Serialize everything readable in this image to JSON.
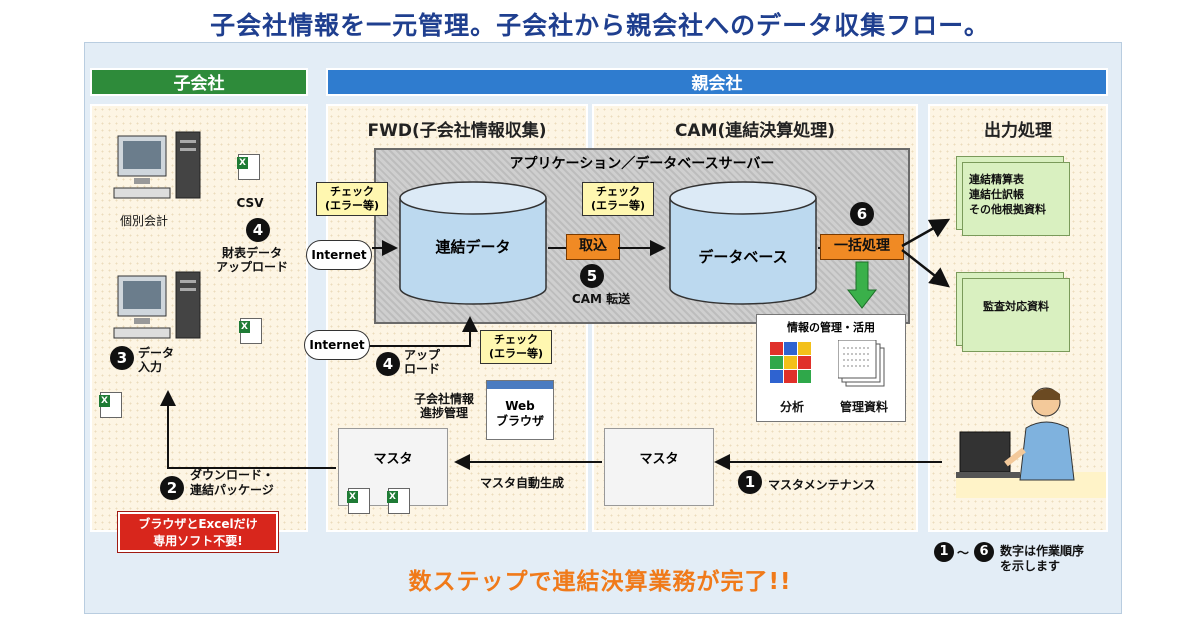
{
  "title": "子会社情報を一元管理。子会社から親会社へのデータ収集フロー。",
  "headers": {
    "subsidiary": "子会社",
    "parent": "親会社"
  },
  "panels": {
    "fwd": "FWD(子会社情報収集)",
    "cam": "CAM(連結決算処理)",
    "output": "出力処理"
  },
  "server_title": "アプリケーション／データベースサーバー",
  "subsidiary": {
    "pc1_label": "個別会計",
    "csv_label": "CSV",
    "upload1": "財表データ\nアップロード",
    "step3_label": "データ\n入力",
    "step2_label": "ダウンロード・\n連結パッケージ",
    "callout": "ブラウザとExcelだけ\n専用ソフト不要!"
  },
  "clouds": [
    "Internet",
    "Internet"
  ],
  "checks": [
    "チェック\n(エラー等)",
    "チェック\n(エラー等)",
    "チェック\n(エラー等)"
  ],
  "cylinders": {
    "renketsu": "連結データ",
    "database": "データベース"
  },
  "buttons": {
    "torikomi": "取込",
    "ikkatsu": "一括処理"
  },
  "step5_label": "CAM 転送",
  "step4b_label": "アップ\nロード",
  "progress_label": "子会社情報\n進捗管理",
  "web_browser": "Web\nブラウザ",
  "master_left": "マスタ",
  "master_right": "マスタ",
  "master_auto": "マスタ自動生成",
  "step1_label": "マスタメンテナンス",
  "info_box": {
    "title": "情報の管理・活用",
    "analysis": "分析",
    "mgmt_docs": "管理資料"
  },
  "output_docs": [
    "連結精算表\n連結仕訳帳\nその他根拠資料",
    "監査対応資料"
  ],
  "slogan": "数ステップで連結決算業務が完了!!",
  "legend": {
    "tilde": "〜",
    "text": "数字は作業順序\nを示します"
  },
  "numbers": [
    "1",
    "2",
    "3",
    "4",
    "4",
    "5",
    "6",
    "1",
    "6"
  ],
  "colors": {
    "sub_header": "#2e8b3a",
    "parent_header": "#2f7ccf",
    "accent": "#f08a24",
    "title": "#1f3f8f"
  }
}
